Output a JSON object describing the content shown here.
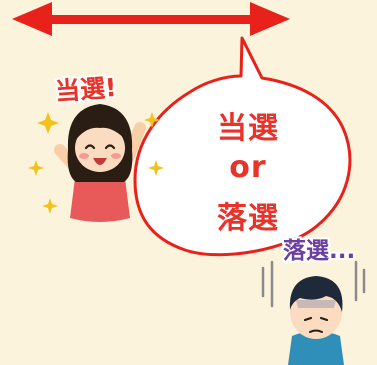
{
  "bubble": {
    "line1": "当選",
    "line2": "or",
    "line3": "落選"
  },
  "winner": {
    "title": "当選!"
  },
  "loser": {
    "title": "落選..."
  },
  "colors": {
    "background": "#fcf3dc",
    "arrow": "#e8211a",
    "bubble_outline": "#e8211a",
    "bubble_text": "#e8322a",
    "win_text": "#e8322a",
    "lose_text": "#6b3fa0",
    "sparkle": "#f2c21b"
  },
  "icons": {
    "arrow": "double-headed-arrow",
    "winner": "cheering-girl-illustration",
    "loser": "depressed-boy-illustration"
  }
}
